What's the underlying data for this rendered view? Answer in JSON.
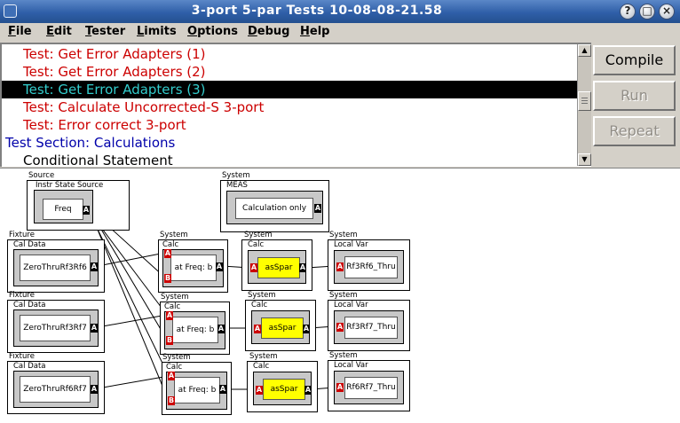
{
  "window": {
    "title": "3-port 5-par Tests 10-08-08-21.58"
  },
  "menu": [
    {
      "label": "File",
      "mnemonic": "F",
      "rest": "ile"
    },
    {
      "label": "Edit",
      "mnemonic": "E",
      "rest": "dit"
    },
    {
      "label": "Tester",
      "mnemonic": "T",
      "rest": "ester"
    },
    {
      "label": "Limits",
      "mnemonic": "L",
      "rest": "imits"
    },
    {
      "label": "Options",
      "mnemonic": "O",
      "rest": "ptions"
    },
    {
      "label": "Debug",
      "mnemonic": "D",
      "rest": "ebug"
    },
    {
      "label": "Help",
      "mnemonic": "H",
      "rest": "elp"
    }
  ],
  "tests": [
    {
      "text": "Test: Get Error Adapters (1)",
      "color": "#cc0000",
      "indent": 24,
      "selected": false
    },
    {
      "text": "Test: Get Error Adapters (2)",
      "color": "#cc0000",
      "indent": 24,
      "selected": false
    },
    {
      "text": "Test: Get Error Adapters (3)",
      "color": "#33cccc",
      "indent": 24,
      "selected": true
    },
    {
      "text": "Test: Calculate Uncorrected-S 3-port",
      "color": "#cc0000",
      "indent": 24,
      "selected": false
    },
    {
      "text": "Test: Error correct 3-port",
      "color": "#cc0000",
      "indent": 24,
      "selected": false
    },
    {
      "text": "Test Section: Calculations",
      "color": "#0000aa",
      "indent": 4,
      "selected": false
    },
    {
      "text": "Conditional Statement",
      "color": "#000000",
      "indent": 24,
      "selected": false
    }
  ],
  "buttons": {
    "compile": {
      "label": "Compile",
      "enabled": true
    },
    "run": {
      "label": "Run",
      "enabled": false
    },
    "repeat": {
      "label": "Repeat",
      "enabled": false
    }
  },
  "diagram": {
    "nodes": {
      "source": {
        "category": "Source",
        "type": "Instr State Source",
        "label": "Freq",
        "out_port": "A"
      },
      "meas": {
        "category": "System",
        "type": "MEAS",
        "label": "Calculation only",
        "out_port": "A"
      },
      "fix1": {
        "category": "Fixture",
        "type": "Cal Data",
        "label": "ZeroThruRf3Rf6",
        "out_port": "A"
      },
      "fix2": {
        "category": "Fixture",
        "type": "Cal Data",
        "label": "ZeroThruRf3Rf7",
        "out_port": "A"
      },
      "fix3": {
        "category": "Fixture",
        "type": "Cal Data",
        "label": "ZeroThruRf6Rf7",
        "out_port": "A"
      },
      "calc1": {
        "category": "System",
        "type": "Calc",
        "label": "at Freq: b",
        "in_ports": [
          "A",
          "B"
        ],
        "out_port": "A"
      },
      "calc2": {
        "category": "System",
        "type": "Calc",
        "label": "at Freq: b",
        "in_ports": [
          "A",
          "B"
        ],
        "out_port": "A"
      },
      "calc3": {
        "category": "System",
        "type": "Calc",
        "label": "at Freq: b",
        "in_ports": [
          "A",
          "B"
        ],
        "out_port": "A"
      },
      "as1": {
        "category": "System",
        "type": "Calc",
        "label": "asSpar",
        "in_ports": [
          "A"
        ],
        "out_port": "A"
      },
      "as2": {
        "category": "System",
        "type": "Calc",
        "label": "asSpar",
        "in_ports": [
          "A"
        ],
        "out_port": "A"
      },
      "as3": {
        "category": "System",
        "type": "Calc",
        "label": "asSpar",
        "in_ports": [
          "A"
        ],
        "out_port": "A"
      },
      "lv1": {
        "category": "System",
        "type": "Local Var",
        "label": "Rf3Rf6_Thru",
        "in_ports": [
          "A"
        ]
      },
      "lv2": {
        "category": "System",
        "type": "Local Var",
        "label": "Rf3Rf7_Thru",
        "in_ports": [
          "A"
        ]
      },
      "lv3": {
        "category": "System",
        "type": "Local Var",
        "label": "Rf6Rf7_Thru",
        "in_ports": [
          "A"
        ]
      }
    }
  }
}
